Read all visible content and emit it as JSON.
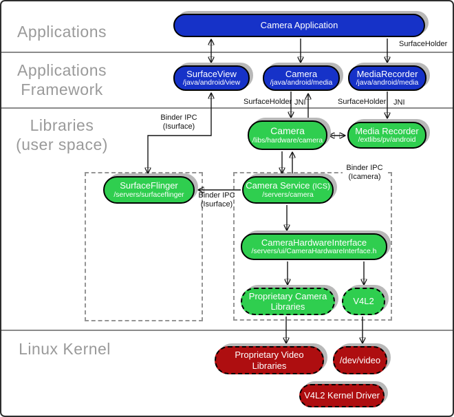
{
  "layer_labels": {
    "applications": "Applications",
    "framework_line1": "Applications",
    "framework_line2": "Framework",
    "libraries_line1": "Libraries",
    "libraries_line2": "(user space)",
    "kernel": "Linux Kernel"
  },
  "nodes": {
    "camera_application": {
      "title": "Camera Application"
    },
    "surfaceview": {
      "title": "SurfaceView",
      "subtitle": "/java/android/view"
    },
    "camera_java": {
      "title": "Camera",
      "subtitle": "/java/android/media"
    },
    "mediarecorder_java": {
      "title": "MediaRecorder",
      "subtitle": "/java/android/media"
    },
    "camera_lib": {
      "title": "Camera",
      "subtitle": "/libs/hardware/camera"
    },
    "media_recorder_lib": {
      "title": "Media Recorder",
      "subtitle": "/extlibs/pv/android"
    },
    "surfaceflinger": {
      "title": "SurfaceFlinger",
      "subtitle": "/servers/surfaceflinger"
    },
    "camera_service": {
      "title": "Camera Service",
      "title_suffix": "(ICS)",
      "subtitle": "/servers/camera"
    },
    "camera_hardware_interface": {
      "title": "CameraHardwareInterface",
      "subtitle": "/servers/ui/CameraHardwareInterface.h"
    },
    "proprietary_camera_libraries": {
      "title_line1": "Proprietary Camera",
      "title_line2": "Libraries"
    },
    "v4l2": {
      "title": "V4L2"
    },
    "proprietary_video_libraries": {
      "title_line1": "Proprietary Video",
      "title_line2": "Libraries"
    },
    "dev_video": {
      "title": "/dev/video"
    },
    "v4l2_kernel_driver": {
      "title": "V4L2 Kernel Driver"
    }
  },
  "edge_labels": {
    "surfaceholder_top": "SurfaceHolder",
    "surfaceholder_camera": "SurfaceHolder",
    "jni_camera": "JNI",
    "surfaceholder_recorder": "SurfaceHolder",
    "jni_recorder": "JNI",
    "binder_isurface_top_line1": "Binder IPC",
    "binder_isurface_top_line2": "(Isurface)",
    "binder_isurface_mid_line1": "Binder IPC",
    "binder_isurface_mid_line2": "(Isurface)",
    "binder_icamera_line1": "Binder IPC",
    "binder_icamera_line2": "(Icamera)"
  },
  "colors": {
    "framework_blue": "#1632C8",
    "userspace_green": "#2FCE4F",
    "kernel_red": "#AE0E10",
    "label_gray": "#9A9A9A",
    "shadow_gray": "#B8B8B8"
  }
}
